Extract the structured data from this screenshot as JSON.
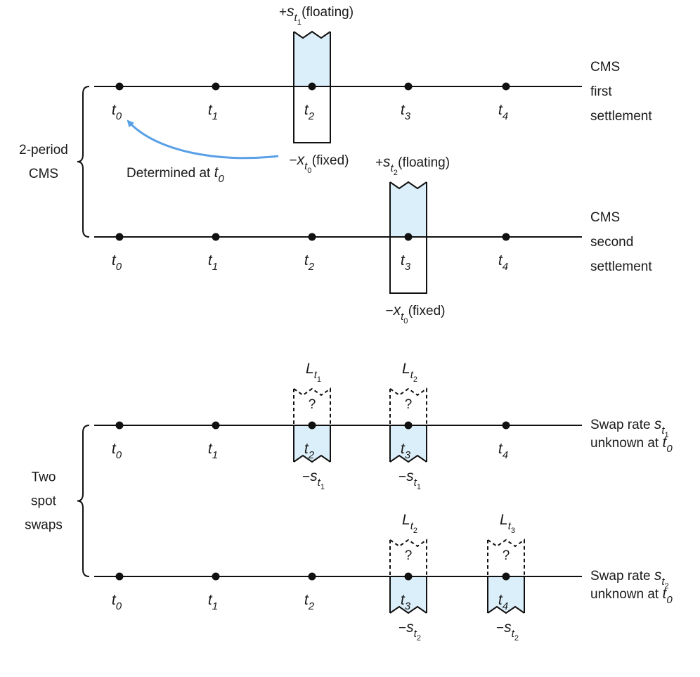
{
  "accent": "#5aa0e6",
  "fill_color": "#dbeffa",
  "diagram": {
    "groups": [
      {
        "id": "cms",
        "label_lines": [
          "2-period",
          "CMS"
        ]
      },
      {
        "id": "spot",
        "label_lines": [
          "Two",
          "spot",
          "swaps"
        ]
      }
    ],
    "timelines": [
      {
        "id": "cms-first",
        "label_lines": [
          {
            "text": "CMS"
          },
          {
            "text": "first"
          },
          {
            "text": "settlement"
          }
        ],
        "ticks": [
          "t0",
          "t1",
          "t2",
          "t3",
          "t4"
        ]
      },
      {
        "id": "cms-second",
        "label_lines": [
          {
            "text": "CMS"
          },
          {
            "text": "second"
          },
          {
            "text": "settlement"
          }
        ],
        "ticks": [
          "t0",
          "t1",
          "t2",
          "t3",
          "t4"
        ]
      },
      {
        "id": "spot-first",
        "label_lines": [
          {
            "text": "Swap rate ",
            "var": "s",
            "sub": "t1"
          },
          {
            "text": "unknown at ",
            "var": "t",
            "sub": "0"
          }
        ],
        "ticks": [
          "t0",
          "t1",
          "t2",
          "t3",
          "t4"
        ]
      },
      {
        "id": "spot-second",
        "label_lines": [
          {
            "text": "Swap rate ",
            "var": "s",
            "sub": "t2"
          },
          {
            "text": "unknown at ",
            "var": "t",
            "sub": "0"
          }
        ],
        "ticks": [
          "t0",
          "t1",
          "t2",
          "t3",
          "t4"
        ]
      }
    ],
    "cashflows": [
      {
        "timeline": "cms-first",
        "at": "t2",
        "style": "solid",
        "fill": "top",
        "top_label": {
          "prefix": "+",
          "var": "s",
          "sub": "t1",
          "suffix": " (floating)"
        },
        "bottom_label": {
          "prefix": "−",
          "var": "x",
          "sub": "t0",
          "suffix": " (fixed)"
        }
      },
      {
        "timeline": "cms-second",
        "at": "t3",
        "style": "solid",
        "fill": "top",
        "top_label": {
          "prefix": "+",
          "var": "s",
          "sub": "t2",
          "suffix": " (floating)"
        },
        "bottom_label": {
          "prefix": "−",
          "var": "x",
          "sub": "t0",
          "suffix": "(fixed)"
        }
      },
      {
        "timeline": "spot-first",
        "at": "t2",
        "style": "dashed",
        "fill": "bottom",
        "mark": "?",
        "top_label": {
          "var": "L",
          "sub": "t1"
        },
        "bottom_label": {
          "prefix": "−",
          "var": "s",
          "sub": "t1"
        }
      },
      {
        "timeline": "spot-first",
        "at": "t3",
        "style": "dashed",
        "fill": "bottom",
        "mark": "?",
        "top_label": {
          "var": "L",
          "sub": "t2"
        },
        "bottom_label": {
          "prefix": "−",
          "var": "s",
          "sub": "t1"
        }
      },
      {
        "timeline": "spot-second",
        "at": "t3",
        "style": "dashed",
        "fill": "bottom",
        "mark": "?",
        "top_label": {
          "var": "L",
          "sub": "t2"
        },
        "bottom_label": {
          "prefix": "−",
          "var": "s",
          "sub": "t2"
        }
      },
      {
        "timeline": "spot-second",
        "at": "t4",
        "style": "dashed",
        "fill": "bottom",
        "mark": "?",
        "top_label": {
          "var": "L",
          "sub": "t3"
        },
        "bottom_label": {
          "prefix": "−",
          "var": "s",
          "sub": "t2"
        }
      }
    ],
    "annotation": {
      "text": "Determined at ",
      "var": "t",
      "sub": "0"
    }
  }
}
